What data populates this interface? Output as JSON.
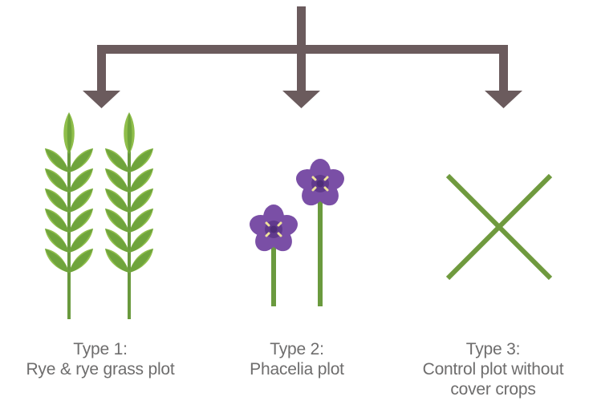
{
  "colors": {
    "arrow": "#6b5b5d",
    "leaf_light": "#8fbe4a",
    "leaf_dark": "#5f9a3a",
    "stem": "#6a9a3e",
    "petal": "#7a4fa6",
    "petal_dark": "#613a8d",
    "stamen": "#efe29a",
    "cross": "#6f9a3e",
    "text": "#6e6d6d"
  },
  "icons": [
    "rye-wheat-icon",
    "phacelia-flower-icon",
    "cross-icon"
  ],
  "branches": [
    {
      "type_label": "Type 1:",
      "description": "Rye & rye grass plot",
      "description_line2": ""
    },
    {
      "type_label": "Type 2:",
      "description": "Phacelia plot",
      "description_line2": ""
    },
    {
      "type_label": "Type 3:",
      "description": "Control plot without",
      "description_line2": "cover crops"
    }
  ]
}
